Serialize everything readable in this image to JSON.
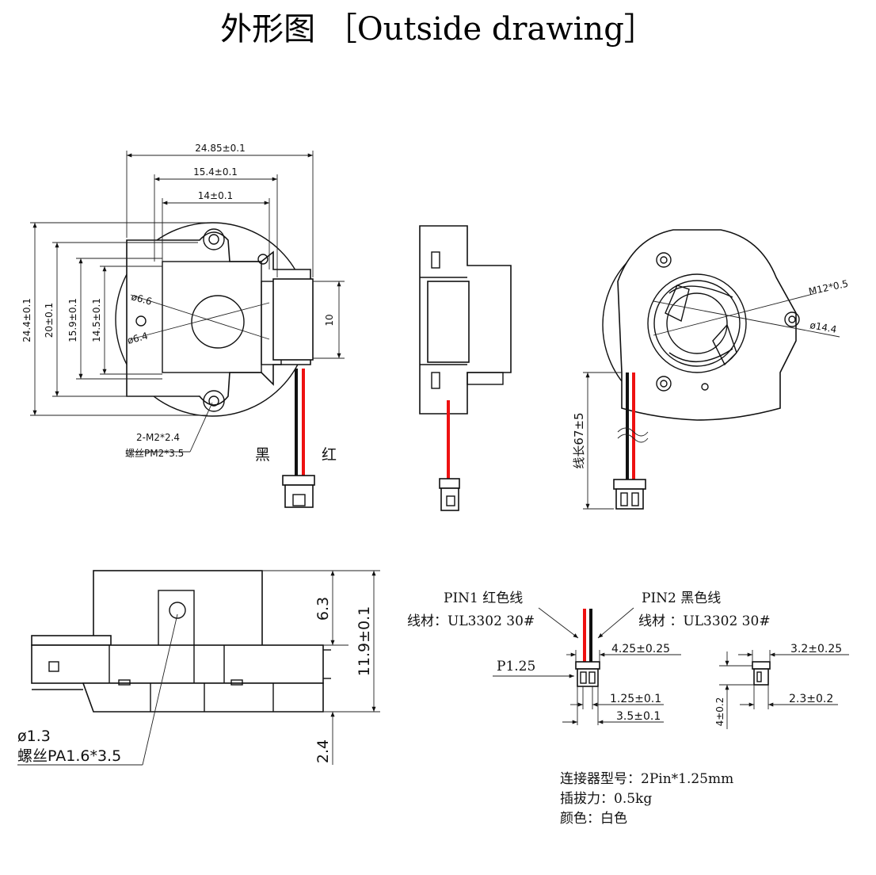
{
  "title": "外形图 ［Outside drawing］",
  "front_view": {
    "dim_width_outer": "24.85±0.1",
    "dim_width_mid": "15.4±0.1",
    "dim_width_inner": "14±0.1",
    "dim_height_outer": "24.4±0.1",
    "dim_height_20": "20±0.1",
    "dim_height_159": "15.9±0.1",
    "dim_height_145": "14.5±0.1",
    "dim_10": "10",
    "dia_66": "ø6.6",
    "dia_64": "ø6.4",
    "screw_line1": "2-M2*2.4",
    "screw_line2": "螺丝PM2*3.5",
    "wire_black": "黑",
    "wire_red": "红"
  },
  "back_view": {
    "thread": "M12*0.5",
    "dia_144": "ø14.4",
    "wire_length": "线长67±5"
  },
  "bottom_view": {
    "dim_63": "6.3",
    "dim_119": "11.9±0.1",
    "dim_24": "2.4",
    "hole": "ø1.3",
    "screw": "螺丝PA1.6*3.5"
  },
  "connector": {
    "pin1": "PIN1  红色线",
    "pin1_material": "线材：UL3302 30#",
    "pin2": "PIN2  黑色线",
    "pin2_material": "线材 ：UL3302 30#",
    "pitch": "P1.25",
    "dim_425": "4.25±0.25",
    "dim_125": "1.25±0.1",
    "dim_35": "3.5±0.1",
    "dim_32": "3.2±0.25",
    "dim_23": "2.3±0.2",
    "dim_4": "4±0.2",
    "spec_model": "连接器型号：2Pin*1.25mm",
    "spec_force": "插拔力：0.5kg",
    "spec_color": "颜色：白色"
  }
}
